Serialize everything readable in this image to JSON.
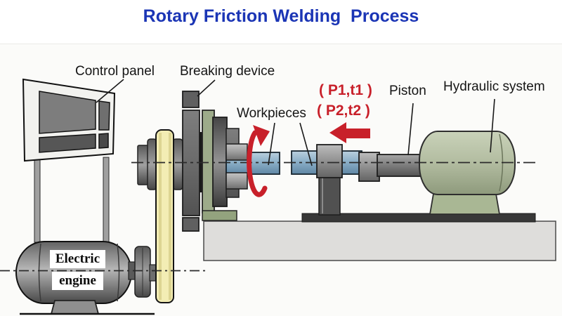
{
  "title": "Rotary Friction Welding  Process",
  "labels": {
    "control_panel": "Control panel",
    "breaking_device": "Breaking device",
    "workpieces": "Workpieces",
    "piston": "Piston",
    "hydraulic_system": "Hydraulic system"
  },
  "annotations": {
    "params_line1": "( P1,t1 )",
    "params_line2": "( P2,t2 )"
  },
  "engine": {
    "line1": "Electric",
    "line2": "engine"
  },
  "icons": {
    "rotation_arrow": "rotation-arrow-icon (red, around left workpiece)",
    "force_arrow": "left-force-arrow-icon (red, axial pressure direction)"
  },
  "colors": {
    "title_blue": "#1b35b5",
    "annotation_red": "#c8202a",
    "workpiece_blue": "#8cb0c8",
    "machine_green_plate": "#9dab8a",
    "hydraulic_green": "#b2bca0",
    "belt_yellow": "#f3edb4",
    "bed_gray": "#dedddb",
    "rail_dark": "#383838"
  }
}
